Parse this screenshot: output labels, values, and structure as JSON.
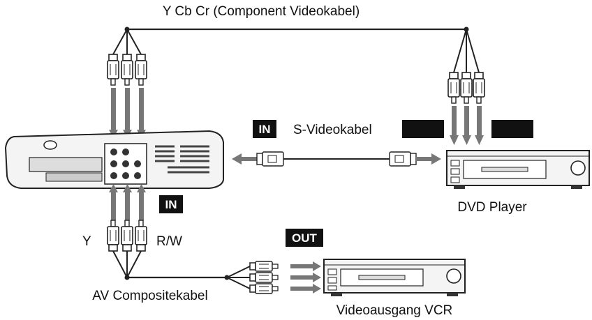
{
  "labels": {
    "component_cable": "Y Cb Cr (Component Videokabel)",
    "svideo_cable": "S-Videokabel",
    "dvd_player": "DVD Player",
    "composite_cable": "AV Compositekabel",
    "vcr": "Videoausgang VCR",
    "y": "Y",
    "rw": "R/W"
  },
  "badges": {
    "in_svideo": "IN",
    "in_av": "IN",
    "out_vcr": "OUT"
  },
  "colors": {
    "line": "#222222",
    "arrow": "#777777",
    "badge": "#111111",
    "device_fill": "#f4f4f4"
  },
  "icons": [
    "projector-icon",
    "dvd-player-icon",
    "vcr-icon",
    "rca-plug-icon",
    "svideo-plug-icon",
    "arrow-icon"
  ]
}
